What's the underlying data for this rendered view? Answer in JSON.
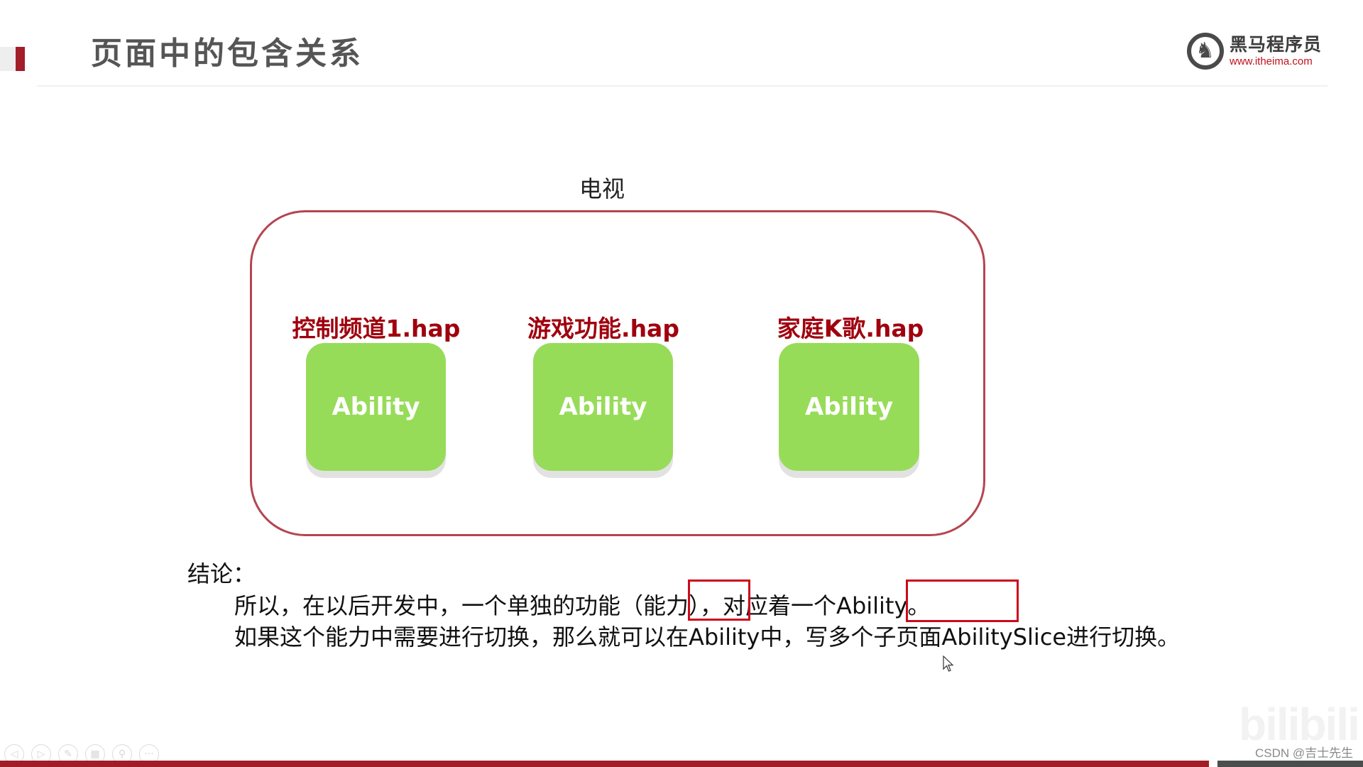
{
  "slide": {
    "title": "页面中的包含关系",
    "accent_color": "#a31d2a"
  },
  "logo": {
    "brand_cn": "黑马程序员",
    "url": "www.itheima.com",
    "icon": "horse-head-icon"
  },
  "diagram": {
    "container_label": "电视",
    "container_border_color": "#b5454f",
    "modules": [
      {
        "label": "控制频道1.hap",
        "box_text": "Ability"
      },
      {
        "label": "游戏功能.hap",
        "box_text": "Ability"
      },
      {
        "label": "家庭K歌.hap",
        "box_text": "Ability"
      }
    ],
    "label_color": "#a0000e",
    "box_color": "#97dc58"
  },
  "conclusion": {
    "heading": "结论：",
    "line1": {
      "pre": "所以，在以后开发中，一个单独的功能（",
      "highlight1": "能力",
      "mid": "），对应着一个",
      "highlight2": "Ability。"
    },
    "line2": "如果这个能力中需要进行切换，那么就可以在Ability中，写多个子页面AbilitySlice进行切换。",
    "highlight_color": "#cc0a1c"
  },
  "presenter_controls": [
    {
      "name": "previous-slide-button",
      "icon": "◁"
    },
    {
      "name": "next-slide-button",
      "icon": "▷"
    },
    {
      "name": "pen-tool-button",
      "icon": "✎"
    },
    {
      "name": "slide-grid-button",
      "icon": "▦"
    },
    {
      "name": "zoom-button",
      "icon": "⚲"
    },
    {
      "name": "more-options-button",
      "icon": "···"
    }
  ],
  "watermarks": {
    "bilibili": "bilibili",
    "csdn": "CSDN @吉士先生"
  }
}
